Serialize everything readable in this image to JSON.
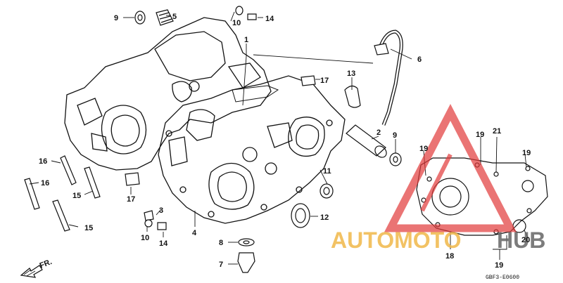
{
  "diagram": {
    "code": "GBF3-E0600",
    "front_marker": "FR.",
    "callouts": {
      "c1": "1",
      "c2": "2",
      "c3": "3",
      "c4": "4",
      "c5": "5",
      "c6": "6",
      "c7": "7",
      "c8": "8",
      "c9a": "9",
      "c9b": "9",
      "c10a": "10",
      "c10b": "10",
      "c11": "11",
      "c12": "12",
      "c13": "13",
      "c14a": "14",
      "c14b": "14",
      "c15a": "15",
      "c15b": "15",
      "c16a": "16",
      "c16b": "16",
      "c17a": "17",
      "c17b": "17",
      "c18": "18",
      "c19a": "19",
      "c19b": "19",
      "c19c": "19",
      "c19d": "19",
      "c20": "20",
      "c21": "21"
    }
  },
  "watermark": {
    "brand_left": "AUTOMOTO",
    "brand_right": "HUB",
    "color_left": "#f0b84a",
    "color_right": "#666666",
    "logo_color": "#e23a3a"
  }
}
